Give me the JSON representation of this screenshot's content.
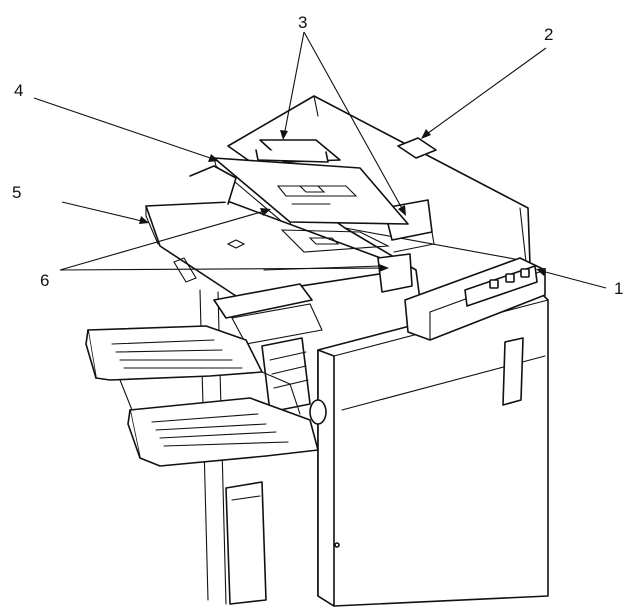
{
  "figure": {
    "callouts": [
      {
        "id": "c1",
        "label": "1"
      },
      {
        "id": "c2",
        "label": "2"
      },
      {
        "id": "c3",
        "label": "3"
      },
      {
        "id": "c4",
        "label": "4"
      },
      {
        "id": "c5",
        "label": "5"
      },
      {
        "id": "c6",
        "label": "6"
      }
    ]
  },
  "colors": {
    "line": "#111111",
    "background": "#ffffff"
  }
}
